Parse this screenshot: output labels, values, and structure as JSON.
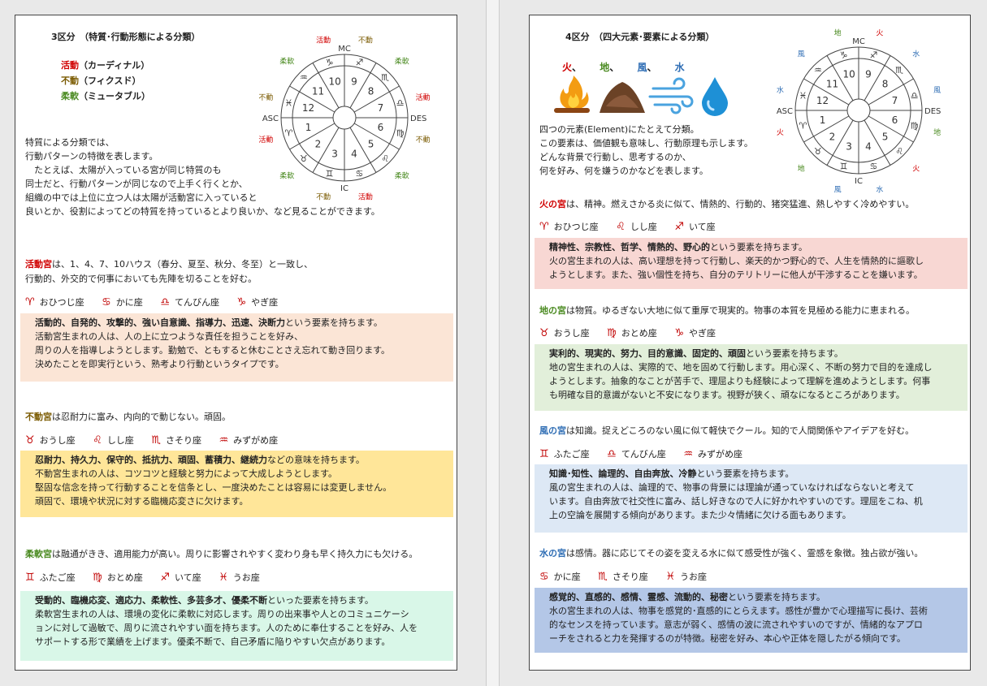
{
  "left": {
    "title": "3区分　（特質･行動形態による分類）",
    "legend": [
      {
        "name": "活動",
        "reading": "（カーディナル）",
        "color": "#d00000"
      },
      {
        "name": "不動",
        "reading": "（フィクスド）",
        "color": "#7a5a00"
      },
      {
        "name": "柔軟",
        "reading": "（ミュータブル）",
        "color": "#4a8a20"
      }
    ],
    "intro": [
      "特質による分類では、",
      "行動パターンの特徴を表します。",
      "　たとえば、太陽が入っている宮が同じ特質のも",
      "同士だと、行動パターンが同じなので上手く行くとか、",
      "組織の中では上位に立つ人は太陽が活動宮に入っていると",
      "良いとか、役割によってどの特質を持っているとより良いか、など見ることができます。"
    ],
    "wheel_labels": {
      "mc": "MC",
      "ic": "IC",
      "asc": "ASC",
      "des": "DES",
      "outer": [
        "活動",
        "柔軟",
        "不動",
        "活動",
        "柔軟",
        "不動",
        "活動",
        "柔軟",
        "不動",
        "活動",
        "柔軟",
        "不動"
      ]
    },
    "sections": [
      {
        "name": "活動宮",
        "desc_line1": "は、1、4、7、10ハウス（春分、夏至、秋分、冬至）と一致し、",
        "desc_line2": "行動的、外交的で何事においても先陣を切ることを好む。",
        "signs": [
          {
            "glyph": "♈",
            "label": "おひつじ座"
          },
          {
            "glyph": "♋",
            "label": "かに座"
          },
          {
            "glyph": "♎",
            "label": "てんびん座"
          },
          {
            "glyph": "♑",
            "label": "やぎ座"
          }
        ],
        "box_head": "活動的、自発的、攻撃的、強い自意識、指導力、迅速、決断力",
        "box_head_tail": "という要素を持ちます。",
        "box_lines": [
          "活動宮生まれの人は、人の上に立つような責任を担うことを好み、",
          "周りの人を指導しようとします。勤勉で、ともすると休むことさえ忘れて動き回ります。",
          "決めたことを即実行という、熟考より行動というタイプです。"
        ],
        "bg": "#fbe5d6"
      },
      {
        "name": "不動宮",
        "desc_line1": "は忍耐力に富み、内向的で動じない。頑固。",
        "desc_line2": "",
        "signs": [
          {
            "glyph": "♉",
            "label": "おうし座"
          },
          {
            "glyph": "♌",
            "label": "しし座"
          },
          {
            "glyph": "♏",
            "label": "さそり座"
          },
          {
            "glyph": "♒",
            "label": "みずがめ座"
          }
        ],
        "box_head": "忍耐力、持久力、保守的、抵抗力、頑固、蓄積力、継続力",
        "box_head_tail": "などの意味を持ちます。",
        "box_lines": [
          "不動宮生まれの人は、コツコツと経験と努力によって大成しようとします。",
          "堅固な信念を持って行動することを信条とし、一度決めたことは容易には変更しません。",
          "頑固で、環境や状況に対する臨機応変さに欠けます。"
        ],
        "bg": "#ffe699"
      },
      {
        "name": "柔軟宮",
        "desc_line1": "は融通がきき、適用能力が高い。周りに影響されやすく変わり身も早く持久力にも欠ける。",
        "desc_line2": "",
        "signs": [
          {
            "glyph": "♊",
            "label": "ふたご座"
          },
          {
            "glyph": "♍",
            "label": "おとめ座"
          },
          {
            "glyph": "♐",
            "label": "いて座"
          },
          {
            "glyph": "♓",
            "label": "うお座"
          }
        ],
        "box_head": "受動的、臨機応変、適応力、柔軟性、多芸多才、優柔不断",
        "box_head_tail": "といった要素を持ちます。",
        "box_lines": [
          "柔軟宮生まれの人は、環境の変化に柔軟に対応します。周りの出来事や人とのコミュニケーシ",
          "ョンに対して過敏で、周りに流されやすい面を持ちます。人のために奉仕することを好み、人を",
          "サポートする形で業績を上げます。優柔不断で、自己矛盾に陥りやすい欠点があります。"
        ],
        "bg": "#d9f7e8"
      }
    ]
  },
  "right": {
    "title": "4区分　（四大元素･要素による分類）",
    "elements": [
      {
        "name": "火",
        "color": "#d00000"
      },
      {
        "name": "地",
        "color": "#4a8a20"
      },
      {
        "name": "風",
        "color": "#2e6db4"
      },
      {
        "name": "水",
        "color": "#2e6db4"
      }
    ],
    "element_sep": "、",
    "intro": [
      "四つの元素(Element)にたとえて分類。",
      "この要素は、価値観も意味し、行動原理も示します。",
      "どんな背景で行動し、思考するのか、",
      "何を好み、何を嫌うのかなどを表します。"
    ],
    "wheel_labels": {
      "mc": "MC",
      "ic": "IC",
      "asc": "ASC",
      "des": "DES",
      "outer": [
        "火",
        "地",
        "風",
        "水",
        "火",
        "地",
        "風",
        "水",
        "火",
        "地",
        "風",
        "水"
      ]
    },
    "sections": [
      {
        "name": "火の宮",
        "color": "#d00000",
        "desc": "は、精神。燃えさかる炎に似て、情熱的、行動的、猪突猛進、熱しやすく冷めやすい。",
        "signs": [
          {
            "glyph": "♈",
            "label": "おひつじ座"
          },
          {
            "glyph": "♌",
            "label": "しし座"
          },
          {
            "glyph": "♐",
            "label": "いて座"
          }
        ],
        "box_head": "精神性、宗教性、哲学、情熱的、野心的",
        "box_head_tail": "という要素を持ちます。",
        "box_lines": [
          "火の宮生まれの人は、高い理想を持って行動し、楽天的かつ野心的で、人生を情熱的に謳歌し",
          "ようとします。また、強い個性を持ち、自分のテリトリーに他人が干渉することを嫌います。"
        ],
        "bg": "#f8d7d3"
      },
      {
        "name": "地の宮",
        "color": "#4a8a20",
        "desc": "は物質。ゆるぎない大地に似て重厚で現実的。物事の本質を見極める能力に恵まれる。",
        "signs": [
          {
            "glyph": "♉",
            "label": "おうし座"
          },
          {
            "glyph": "♍",
            "label": "おとめ座"
          },
          {
            "glyph": "♑",
            "label": "やぎ座"
          }
        ],
        "box_head": "実利的、現実的、努力、目的意識、固定的、頑固",
        "box_head_tail": "という要素を持ちます。",
        "box_lines": [
          "地の宮生まれの人は、実際的で、地を固めて行動します。用心深く、不断の努力で目的を達成し",
          "ようとします。抽象的なことが苦手で、理屈よりも経験によって理解を進めようとします。何事",
          "も明確な目的意識がないと不安になります。視野が狭く、頑なになるところがあります。"
        ],
        "bg": "#e2efda"
      },
      {
        "name": "風の宮",
        "color": "#2e6db4",
        "desc": "は知識。捉えどころのない風に似て軽快でクール。知的で人間関係やアイデアを好む。",
        "signs": [
          {
            "glyph": "♊",
            "label": "ふたご座"
          },
          {
            "glyph": "♎",
            "label": "てんびん座"
          },
          {
            "glyph": "♒",
            "label": "みずがめ座"
          }
        ],
        "box_head": "知識･知性、論理的、自由奔放、冷静",
        "box_head_tail": "という要素を持ちます。",
        "box_lines": [
          "風の宮生まれの人は、論理的で、物事の背景には理論が通っていなければならないと考えて",
          "います。自由奔放で社交性に富み、話し好きなので人に好かれやすいのです。理屈をこね、机",
          "上の空論を展開する傾向があります。また少々情緒に欠ける面もあります。"
        ],
        "bg": "#dde8f5"
      },
      {
        "name": "水の宮",
        "color": "#2e6db4",
        "desc": "は感情。器に応じてその姿を変える水に似て感受性が強く、霊感を象徴。独占欲が強い。",
        "signs": [
          {
            "glyph": "♋",
            "label": "かに座"
          },
          {
            "glyph": "♏",
            "label": "さそり座"
          },
          {
            "glyph": "♓",
            "label": "うお座"
          }
        ],
        "box_head": "感覚的、直感的、感情、霊感、流動的、秘密",
        "box_head_tail": "という要素を持ちます。",
        "box_lines": [
          "水の宮生まれの人は、物事を感覚的･直感的にとらえます。感性が豊かで心理描写に長け、芸術",
          "的なセンスを持っています。意志が弱く、感情の波に流されやすいのですが、情緒的なアプロ",
          "ーチをされると力を発揮するのが特徴。秘密を好み、本心や正体を隠したがる傾向です。"
        ],
        "bg": "#b4c7e7"
      }
    ]
  },
  "colors": {
    "fixed": "#7a5a00",
    "cardinal": "#d00000",
    "mutable": "#4a8a20",
    "fire": "#d00000",
    "earth": "#4a8a20",
    "air": "#2e6db4",
    "water": "#2e6db4"
  }
}
